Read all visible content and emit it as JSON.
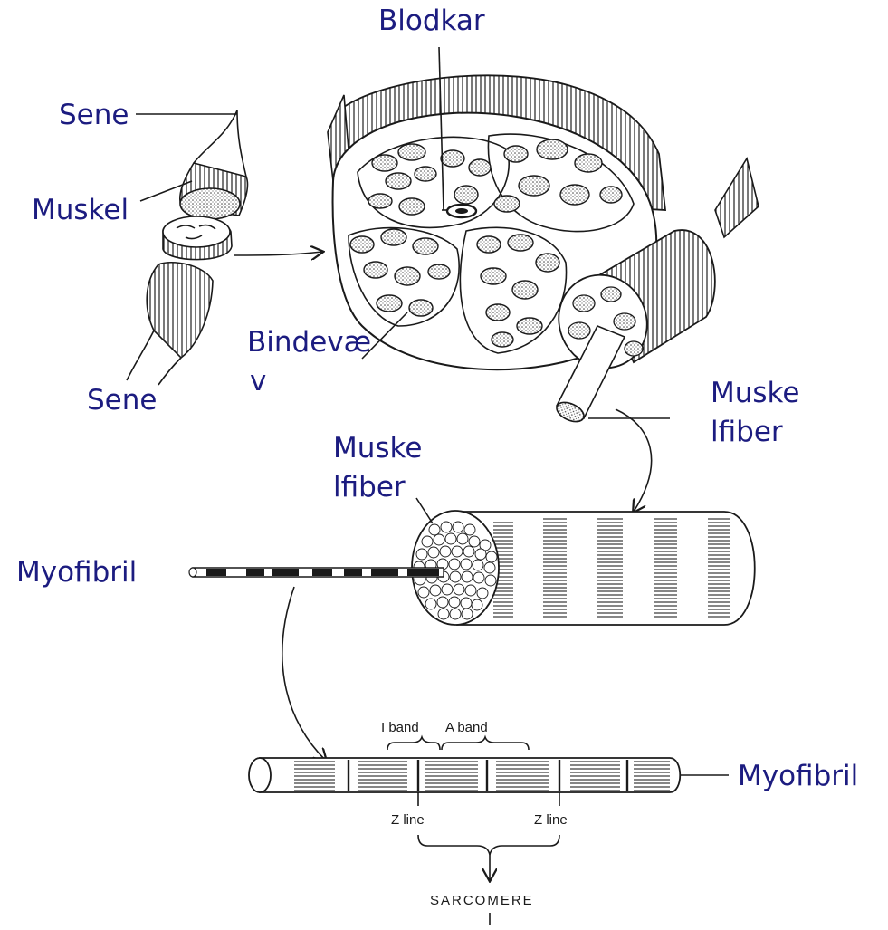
{
  "labels": {
    "blodkar": "Blodkar",
    "sene_top": "Sene",
    "muskel": "Muskel",
    "bindevaev_line1": "Bindevæ",
    "bindevaev_line2": "v",
    "sene_bottom": "Sene",
    "muskelfiber_right_line1": "Muske",
    "muskelfiber_right_line2": "lfiber",
    "muskelfiber_mid_line1": "Muske",
    "muskelfiber_mid_line2": "lfiber",
    "myofibril_left": "Myofibril",
    "myofibril_right": "Myofibril",
    "i_band": "I band",
    "a_band": "A band",
    "z_line_left": "Z line",
    "z_line_right": "Z line",
    "sarcomere": "SARCOMERE"
  },
  "colors": {
    "label_blue": "#1c1c80",
    "ink": "#1a1a1a",
    "background": "#ffffff"
  }
}
